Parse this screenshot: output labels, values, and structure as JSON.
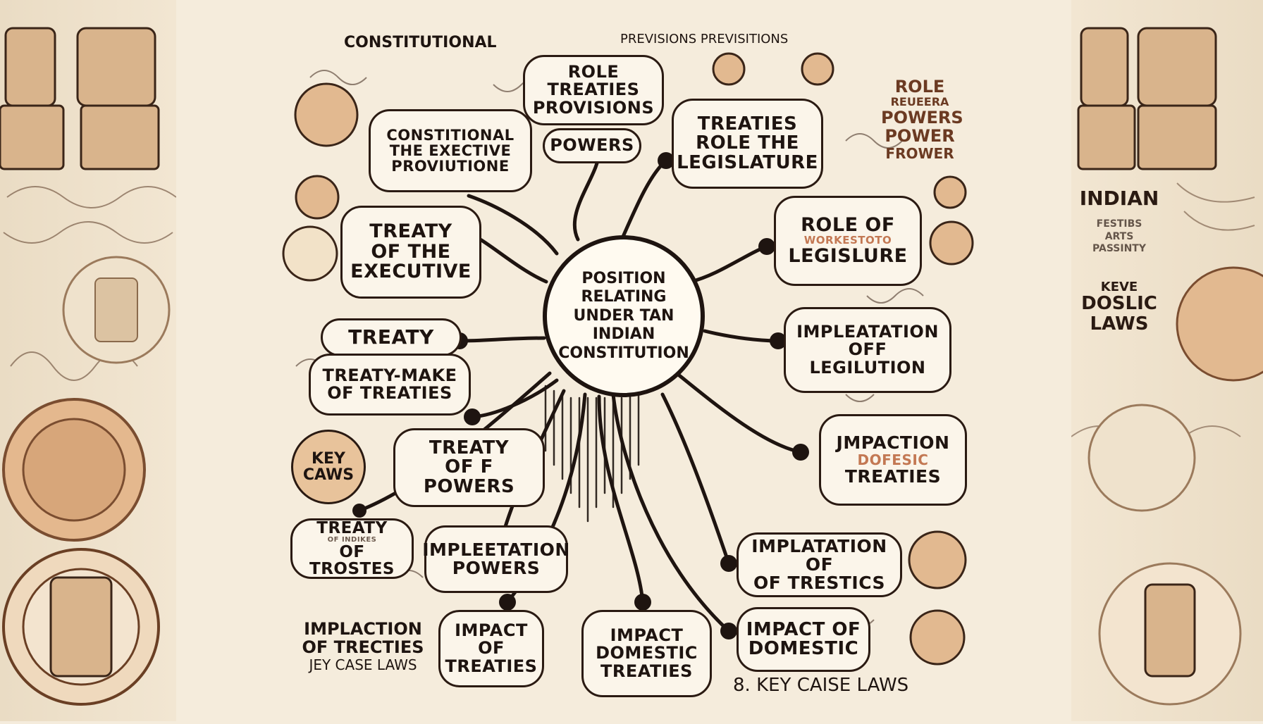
{
  "center": {
    "lines": [
      "POSITION",
      "RELATING",
      "UNDER TAN",
      "INDIAN",
      "CONSTITUTION"
    ]
  },
  "header": {
    "left": "CONSTITUTIONAL",
    "right": "PREVISIONS PREVISITIONS"
  },
  "nodes": {
    "n1": {
      "lines": [
        "ROLE",
        "TREATIES",
        "PROVISIONS"
      ]
    },
    "n2": {
      "lines": [
        "POWERS"
      ]
    },
    "n3": {
      "lines": [
        "CONSTITIONAL",
        "THE EXECTIVE",
        "PROVIUTIONE"
      ]
    },
    "n4": {
      "lines": [
        "TREATIES",
        "ROLE THE",
        "LEGISLATURE"
      ]
    },
    "n5": {
      "lines": [
        "TREATY",
        "OF THE",
        "EXECUTIVE"
      ]
    },
    "n6": {
      "lines": [
        "ROLE OF",
        "LEGISLURE"
      ],
      "blurred": "WORKESTOTO"
    },
    "n7": {
      "lines": [
        "TREATY"
      ]
    },
    "n8": {
      "lines": [
        "TREATY-MAKE",
        "OF TREATIES"
      ]
    },
    "n9": {
      "lines": [
        "IMPLEATATION",
        "OFF",
        "LEGILUTION"
      ]
    },
    "n10": {
      "lines": [
        "TREATY",
        "OF F",
        "POWERS"
      ]
    },
    "n11": {
      "lines": [
        "JMPACTION",
        "TREATIES"
      ],
      "blurred": "DOFESIC"
    },
    "n12": {
      "lines": [
        "TREATY",
        "OF TROSTES"
      ],
      "blurred": "OF INDIKES"
    },
    "n13": {
      "lines": [
        "IMPLEETATION",
        "POWERS"
      ]
    },
    "n14": {
      "lines": [
        "IMPLATATION OF",
        "OF TRESTICS"
      ]
    },
    "n15": {
      "lines": [
        "IMPACT",
        "OF",
        "TREATIES"
      ]
    },
    "n16": {
      "lines": [
        "IMPACT",
        "DOMESTIC",
        "TREATIES"
      ]
    },
    "n17": {
      "lines": [
        "IMPACT OF",
        "DOMESTIC"
      ]
    }
  },
  "key_circle": {
    "lines": [
      "KEY",
      "CAWS"
    ]
  },
  "bottom_left": {
    "lines": [
      "IMPLACTION",
      "OF TRECTIES",
      "JEY CASE LAWS"
    ]
  },
  "bottom_right": "8. KEY CAISE LAWS",
  "right_panel": {
    "top_lines": [
      "ROLE",
      "REUEERA",
      "POWERS",
      "POWER",
      "FROWER"
    ],
    "indian": "INDIAN",
    "scribble": [
      "FESTIBS",
      "ARTS",
      "PASSINTY"
    ],
    "bottom_lines": [
      "KEVE",
      "DOSLIC",
      "LAWS"
    ]
  },
  "colors": {
    "ink": "#1e1410",
    "paper": "#f5ecdc",
    "accent": "#b65a2e",
    "seal": "#e2b990"
  }
}
